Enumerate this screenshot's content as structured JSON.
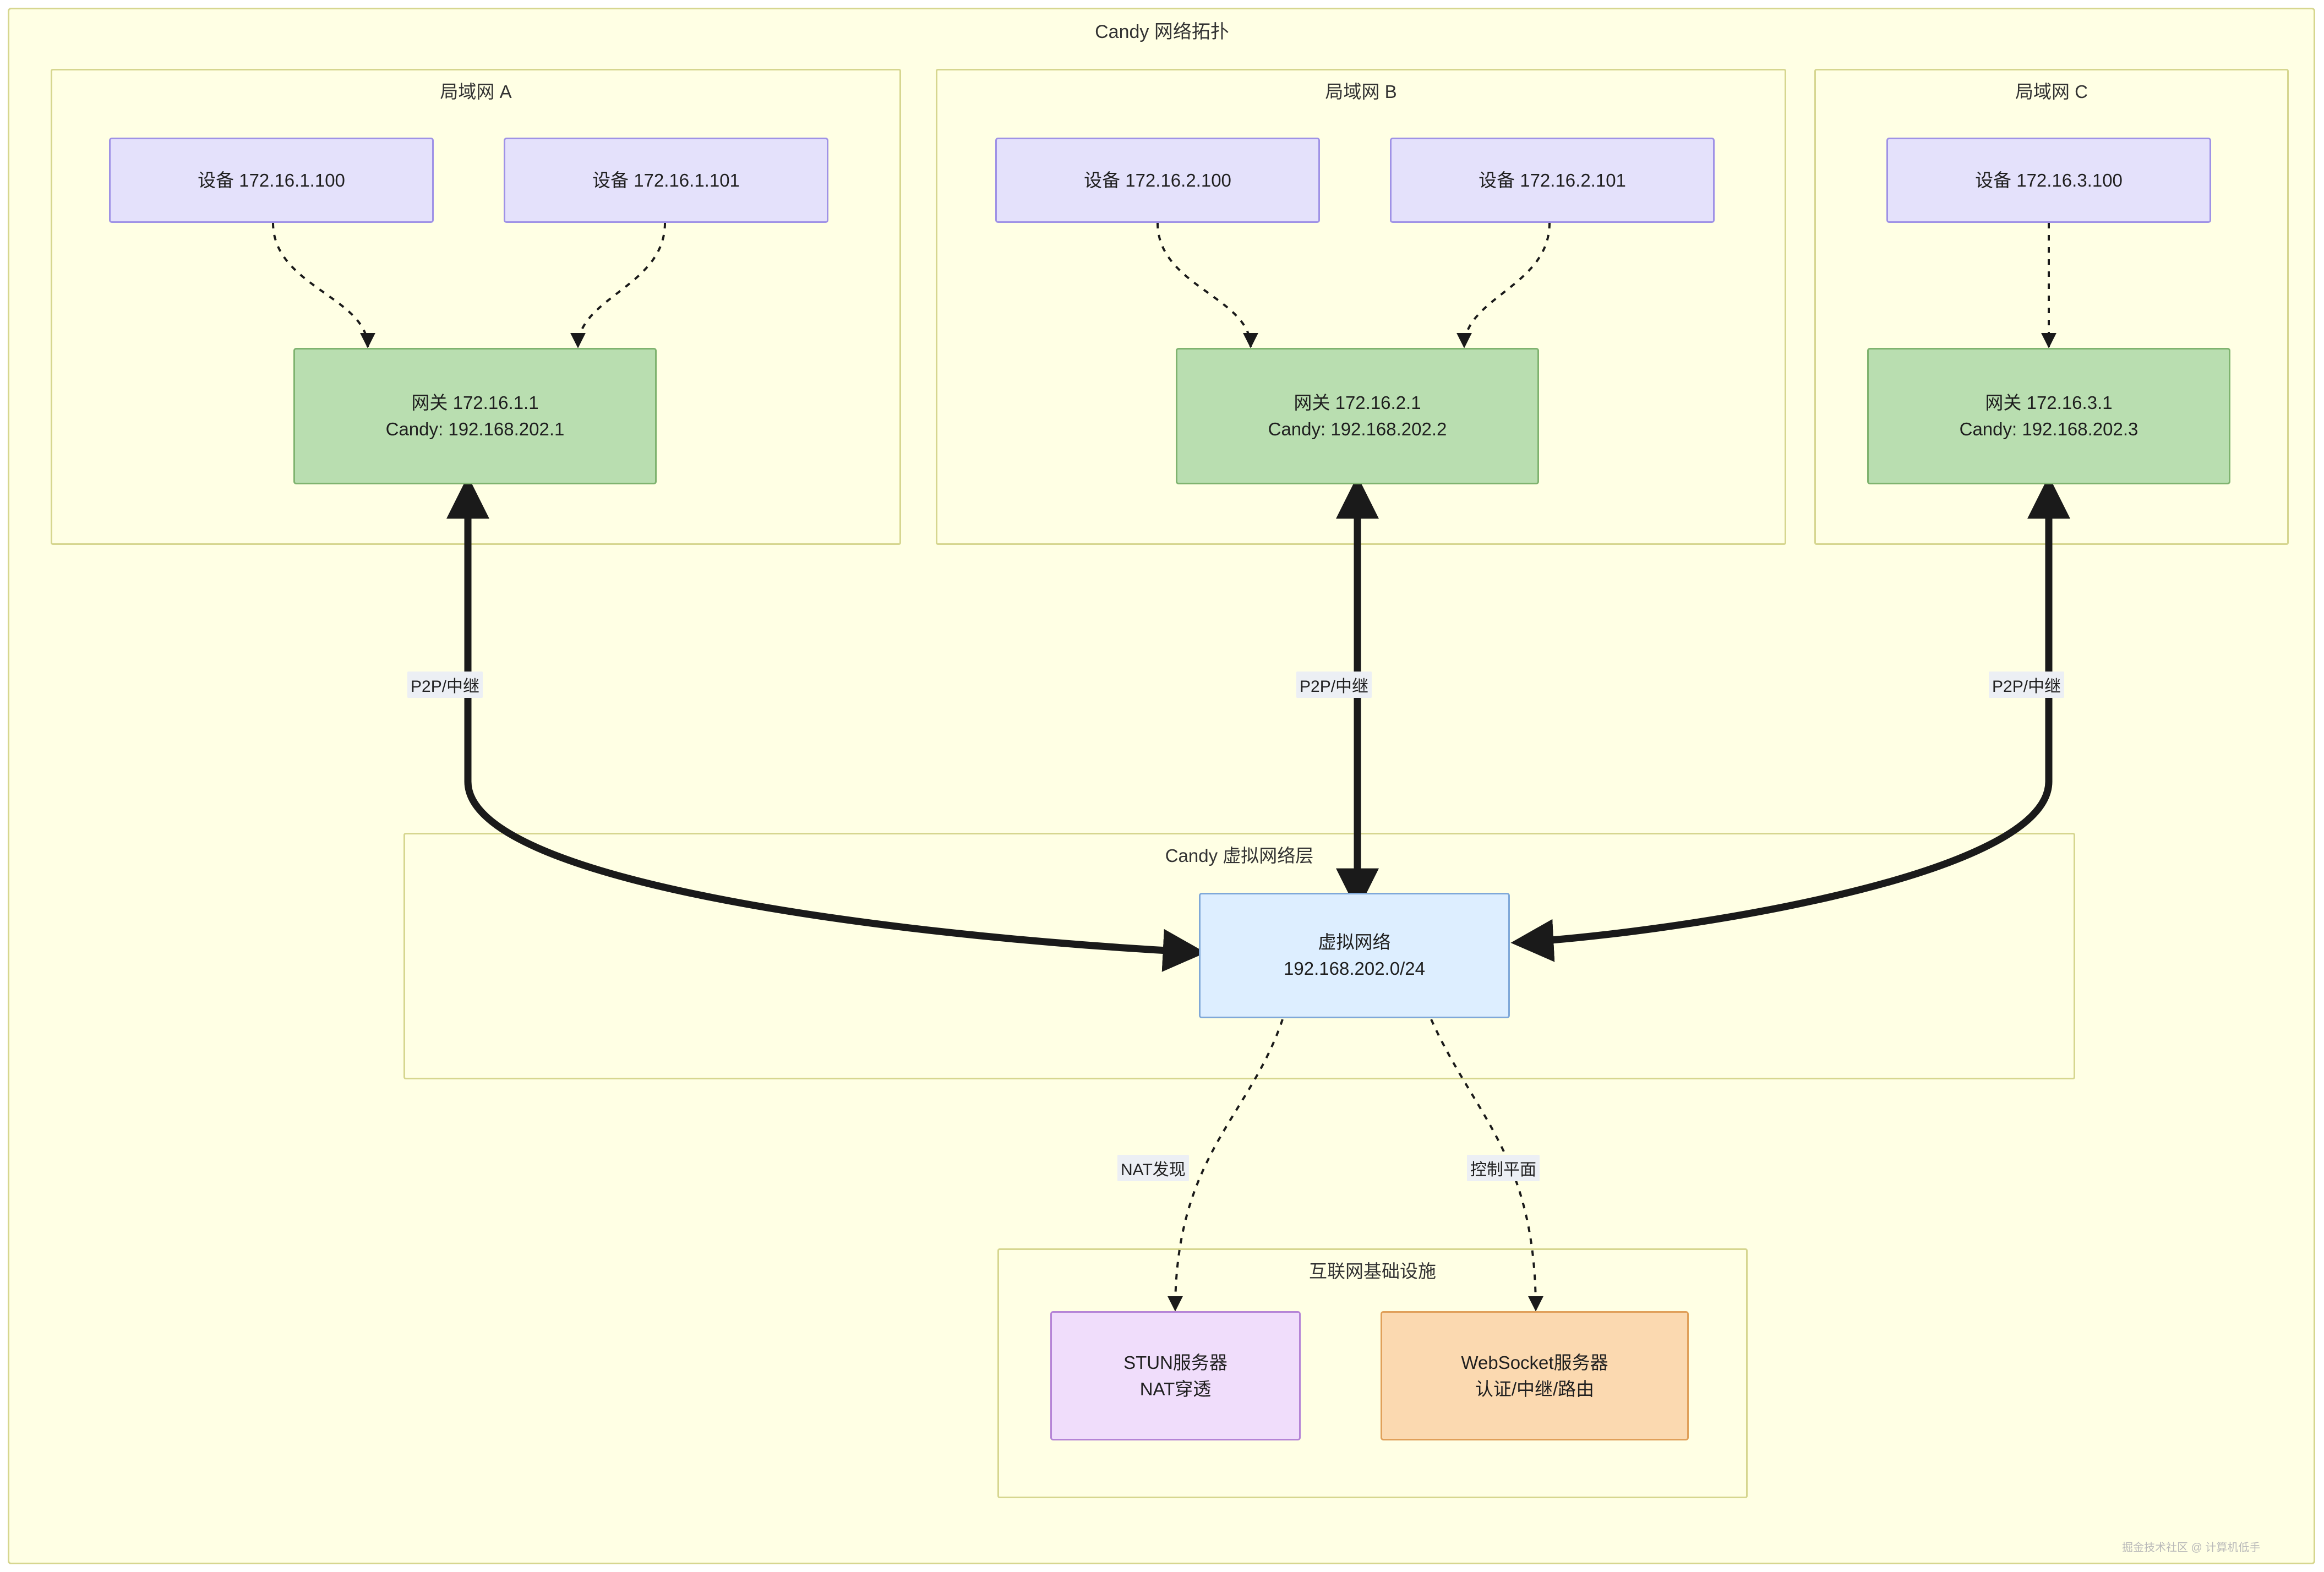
{
  "diagram": {
    "title": "Candy 网络拓扑",
    "groups": [
      {
        "id": "lan_a",
        "title": "局域网 A"
      },
      {
        "id": "lan_b",
        "title": "局域网 B"
      },
      {
        "id": "lan_c",
        "title": "局域网 C"
      },
      {
        "id": "virtual_layer",
        "title": "Candy 虚拟网络层"
      },
      {
        "id": "internet",
        "title": "互联网基础设施"
      }
    ],
    "nodes": {
      "dev_a1": {
        "label": "设备 172.16.1.100"
      },
      "dev_a2": {
        "label": "设备 172.16.1.101"
      },
      "dev_b1": {
        "label": "设备 172.16.2.100"
      },
      "dev_b2": {
        "label": "设备 172.16.2.101"
      },
      "dev_c1": {
        "label": "设备 172.16.3.100"
      },
      "gw_a": {
        "line1": "网关 172.16.1.1",
        "line2": "Candy: 192.168.202.1"
      },
      "gw_b": {
        "line1": "网关 172.16.2.1",
        "line2": "Candy: 192.168.202.2"
      },
      "gw_c": {
        "line1": "网关 172.16.3.1",
        "line2": "Candy: 192.168.202.3"
      },
      "virtual": {
        "line1": "虚拟网络",
        "line2": "192.168.202.0/24"
      },
      "stun": {
        "line1": "STUN服务器",
        "line2": "NAT穿透"
      },
      "websocket": {
        "line1": "WebSocket服务器",
        "line2": "认证/中继/路由"
      }
    },
    "edge_labels": {
      "p2p_a": "P2P/中继",
      "p2p_b": "P2P/中继",
      "p2p_c": "P2P/中继",
      "nat": "NAT发现",
      "control": "控制平面"
    },
    "watermark": "掘金技术社区 @ 计算机低手",
    "colors": {
      "frame_border": "#d6d68f",
      "frame_fill": "#ffffe4",
      "device_fill": "#e4e1fb",
      "device_border": "#9f92e6",
      "gateway_fill": "#b9deb0",
      "gateway_border": "#7fb36f",
      "virtual_fill": "#ddeeff",
      "virtual_border": "#7fa8d8",
      "stun_fill": "#f0ddfb",
      "stun_border": "#b584d6",
      "ws_fill": "#fbd9b0",
      "ws_border": "#e0a05a",
      "link": "#1a1a1a"
    }
  }
}
